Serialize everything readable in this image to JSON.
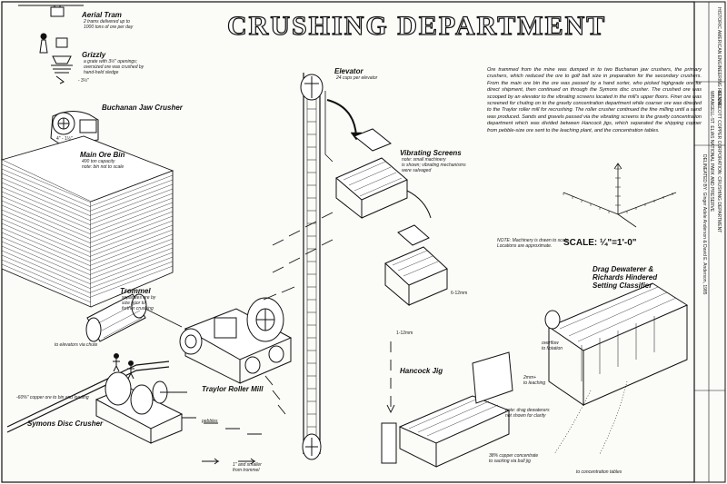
{
  "title": "CRUSHING DEPARTMENT",
  "labels": {
    "aerial_tram": "Aerial Tram",
    "aerial_tram_sub": [
      "2 trams delivered up to",
      "1000 tons of ore per day"
    ],
    "grizzly": "Grizzly",
    "grizzly_sub": [
      "a grate with 3½\" openings;",
      "oversized ore was crushed by",
      "hand-held sledge"
    ],
    "buchanan": "Buchanan Jaw Crusher",
    "main_ore_bin": "Main Ore Bin",
    "main_ore_bin_sub": [
      "400 ton capacity",
      "note: bin not to scale"
    ],
    "trommel": "Trommel",
    "trommel_sub": [
      "separates ore by",
      "size prior to",
      "further crushing"
    ],
    "symons": "Symons Disc Crusher",
    "traylor": "Traylor Roller Mill",
    "elevator": "Elevator",
    "elevator_sub": [
      "24 cups per elevator"
    ],
    "vibrating": "Vibrating Screens",
    "vibrating_sub": [
      "note: small machinery",
      "is shown; vibrating mechanisms",
      "were salvaged"
    ],
    "hancock": "Hancock Jig",
    "drag": [
      "Drag Dewaterer &",
      "Richards Hindered",
      "Setting Classifier"
    ],
    "overflow": [
      "overflow",
      "to flotation"
    ],
    "to_leaching": [
      "2mm+",
      "to leaching"
    ],
    "jig_note": [
      "note: drag dewaterers",
      "not shown for clarity"
    ],
    "copper_conc": [
      "38% copper concentrate",
      "to sacking via bull jig"
    ],
    "to_conc_tables": "to concentration tables",
    "from_trommel": [
      "1\" and smaller",
      "from trommel"
    ],
    "pebbles": "pebbles",
    "size_3_5": "- 3½\"",
    "size_4_1_5": "4\" - 1½\"",
    "size_6mm": "6-12mm",
    "size_2mm": "1-12mm",
    "symons_in": "-60%\" copper ore to bin and loading",
    "oversize": "to elevators via chute"
  },
  "paragraph": "Ore trammed from the mine was dumped in to two Buchanan jaw crushers, the primary crushers, which reduced the ore to golf ball size in preparation for the secondary crushers. From the main ore bin the ore was passed by a hand sorter, who picked highgrade ore for direct shipment, then continued on through the Symons disc crusher. The crushed ore was scooped by an elevator to the vibrating screens located in the mill's upper floors. Finer ore was screened for chuting on to the gravity concentration department while coarser ore was directed to the Traylor roller mill for recrushing. The roller crusher continued the fine milling until a sand was produced. Sands and gravels passed via the vibrating screens to the gravity concentration department which was divided between Hancock jigs, which separated the shipping copper from pebble-size ore sent to the leaching plant, and the concentration tables.",
  "note": "NOTE: Machinery is drawn to scale. Locations are approximate.",
  "scale": "SCALE: ¼\"=1'-0\"",
  "title_block": [
    "KENNECOTT COPPER CORPORATION: CRUSHING DEPARTMENT",
    "WRANGELL-ST. ELIAS NATIONAL PARK AND PRESERVE",
    "DELINEATED BY: Ginger Adele Anderson & David E. Anderson, 1985",
    "HISTORIC AMERICAN ENGINEERING RECORD"
  ]
}
